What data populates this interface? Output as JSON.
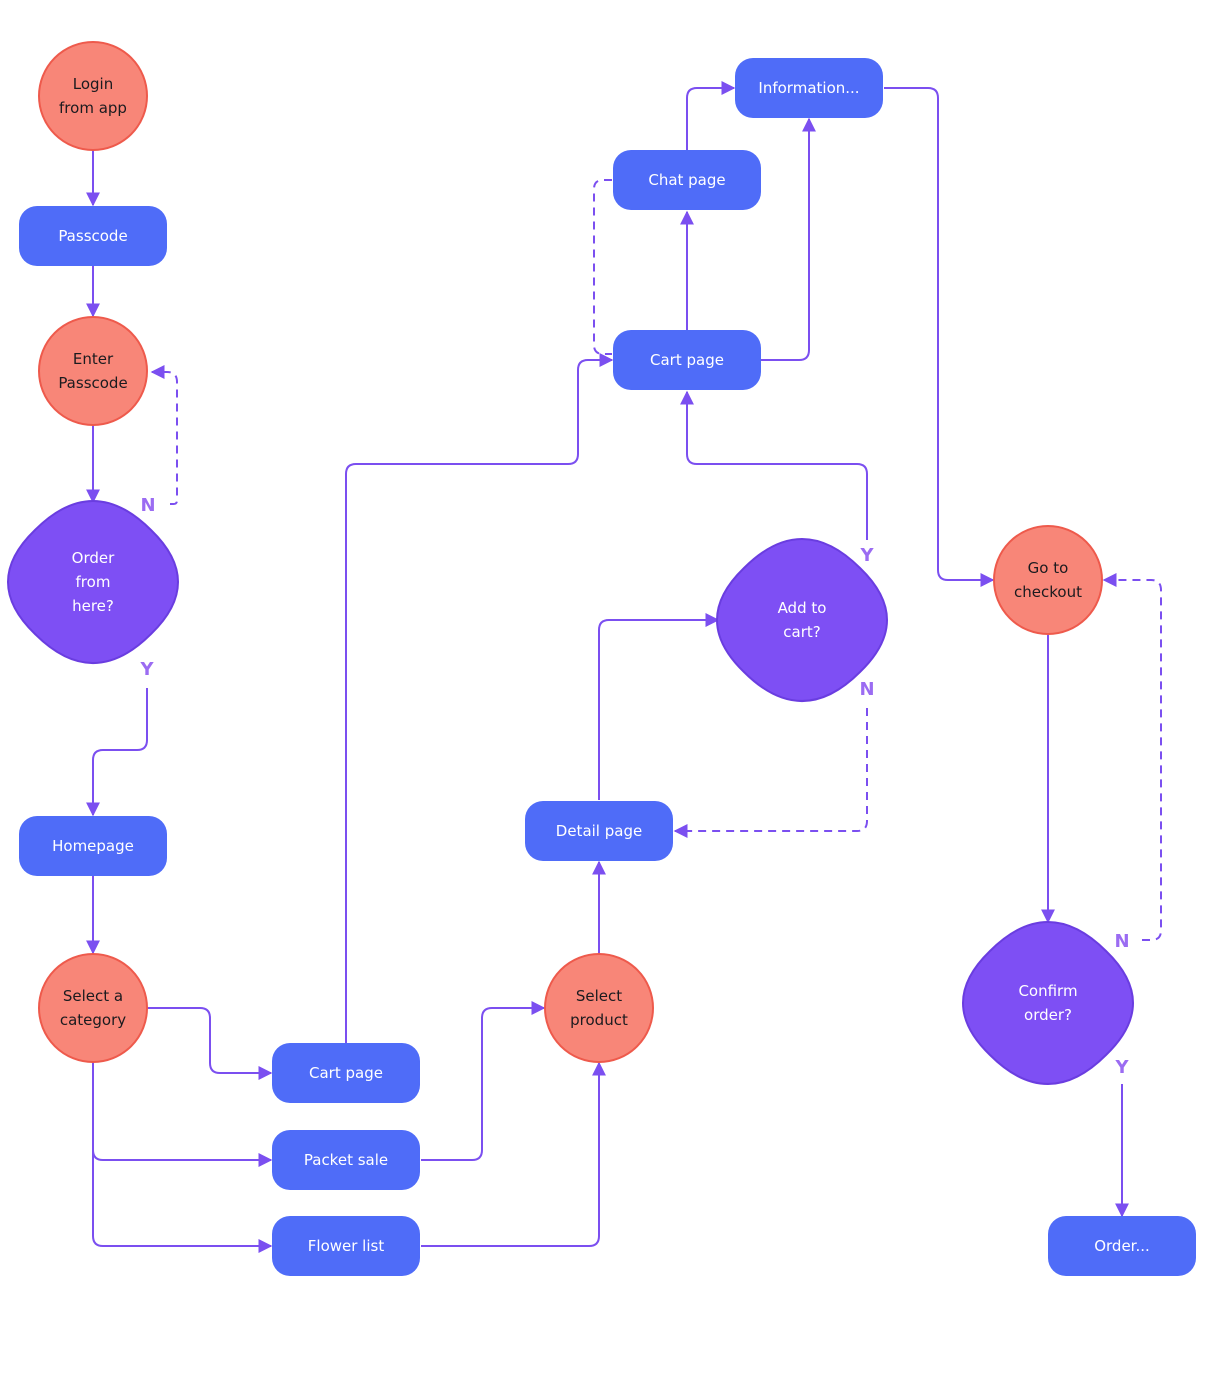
{
  "colors": {
    "process": "#4f6cf8",
    "start": "#f88678",
    "decision": "#7e4ff4",
    "edge": "#7b4ff0",
    "edge_label": "#9b6cf2"
  },
  "nodes": {
    "login": {
      "shape": "circle",
      "lines": [
        "Login",
        "from app"
      ]
    },
    "passcode": {
      "shape": "rect",
      "lines": [
        "Passcode"
      ]
    },
    "enter_passcode": {
      "shape": "circle",
      "lines": [
        "Enter",
        "Passcode"
      ]
    },
    "order_here": {
      "shape": "diamond",
      "lines": [
        "Order",
        "from",
        "here?"
      ]
    },
    "homepage": {
      "shape": "rect",
      "lines": [
        "Homepage"
      ]
    },
    "select_category": {
      "shape": "circle",
      "lines": [
        "Select a",
        "category"
      ]
    },
    "cart_page_left": {
      "shape": "rect",
      "lines": [
        "Cart page"
      ]
    },
    "packet_sale": {
      "shape": "rect",
      "lines": [
        "Packet sale"
      ]
    },
    "flower_list": {
      "shape": "rect",
      "lines": [
        "Flower list"
      ]
    },
    "select_product": {
      "shape": "circle",
      "lines": [
        "Select",
        "product"
      ]
    },
    "detail_page": {
      "shape": "rect",
      "lines": [
        "Detail page"
      ]
    },
    "add_to_cart": {
      "shape": "diamond",
      "lines": [
        "Add to",
        "cart?"
      ]
    },
    "cart_page_top": {
      "shape": "rect",
      "lines": [
        "Cart page"
      ]
    },
    "chat_page": {
      "shape": "rect",
      "lines": [
        "Chat page"
      ]
    },
    "information": {
      "shape": "rect",
      "lines": [
        "Information..."
      ]
    },
    "go_checkout": {
      "shape": "circle",
      "lines": [
        "Go to",
        "checkout"
      ]
    },
    "confirm_order": {
      "shape": "diamond",
      "lines": [
        "Confirm",
        "order?"
      ]
    },
    "order": {
      "shape": "rect",
      "lines": [
        "Order..."
      ]
    }
  },
  "edges": [
    {
      "id": "login-passcode",
      "from": "login",
      "to": "passcode",
      "style": "solid",
      "label": ""
    },
    {
      "id": "passcode-enter",
      "from": "passcode",
      "to": "enter_passcode",
      "style": "solid",
      "label": ""
    },
    {
      "id": "enter-order",
      "from": "enter_passcode",
      "to": "order_here",
      "style": "solid",
      "label": ""
    },
    {
      "id": "order-no-loop",
      "from": "order_here",
      "to": "enter_passcode",
      "style": "dashed",
      "label": "N"
    },
    {
      "id": "order-yes-home",
      "from": "order_here",
      "to": "homepage",
      "style": "solid",
      "label": "Y"
    },
    {
      "id": "home-category",
      "from": "homepage",
      "to": "select_category",
      "style": "solid",
      "label": ""
    },
    {
      "id": "category-cart",
      "from": "select_category",
      "to": "cart_page_left",
      "style": "solid",
      "label": ""
    },
    {
      "id": "category-packet",
      "from": "select_category",
      "to": "packet_sale",
      "style": "solid",
      "label": ""
    },
    {
      "id": "category-flower",
      "from": "select_category",
      "to": "flower_list",
      "style": "solid",
      "label": ""
    },
    {
      "id": "cartleft-carttop",
      "from": "cart_page_left",
      "to": "cart_page_top",
      "style": "solid",
      "label": ""
    },
    {
      "id": "packet-product",
      "from": "packet_sale",
      "to": "select_product",
      "style": "solid",
      "label": ""
    },
    {
      "id": "flower-product",
      "from": "flower_list",
      "to": "select_product",
      "style": "solid",
      "label": ""
    },
    {
      "id": "product-detail",
      "from": "select_product",
      "to": "detail_page",
      "style": "solid",
      "label": ""
    },
    {
      "id": "detail-addcart",
      "from": "detail_page",
      "to": "add_to_cart",
      "style": "solid",
      "label": ""
    },
    {
      "id": "addcart-no-detail",
      "from": "add_to_cart",
      "to": "detail_page",
      "style": "dashed",
      "label": "N"
    },
    {
      "id": "addcart-yes-cart",
      "from": "add_to_cart",
      "to": "cart_page_top",
      "style": "solid",
      "label": "Y"
    },
    {
      "id": "cart-chat",
      "from": "cart_page_top",
      "to": "chat_page",
      "style": "solid",
      "label": ""
    },
    {
      "id": "chat-cart-dashed",
      "from": "chat_page",
      "to": "cart_page_top",
      "style": "dashed",
      "label": ""
    },
    {
      "id": "chat-info",
      "from": "chat_page",
      "to": "information",
      "style": "solid",
      "label": ""
    },
    {
      "id": "cart-info",
      "from": "cart_page_top",
      "to": "information",
      "style": "solid",
      "label": ""
    },
    {
      "id": "info-checkout",
      "from": "information",
      "to": "go_checkout",
      "style": "solid",
      "label": ""
    },
    {
      "id": "checkout-confirm",
      "from": "go_checkout",
      "to": "confirm_order",
      "style": "solid",
      "label": ""
    },
    {
      "id": "confirm-no-checkout",
      "from": "confirm_order",
      "to": "go_checkout",
      "style": "dashed",
      "label": "N"
    },
    {
      "id": "confirm-yes-order",
      "from": "confirm_order",
      "to": "order",
      "style": "solid",
      "label": "Y"
    }
  ]
}
